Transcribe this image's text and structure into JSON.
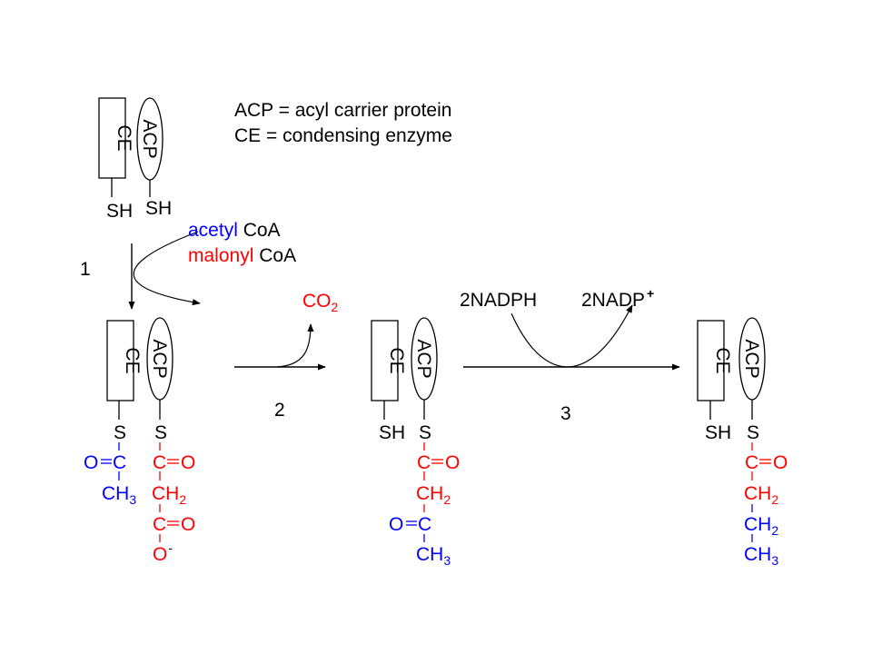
{
  "colors": {
    "blue": "#0000ff",
    "red": "#ff0000",
    "black": "#000000"
  },
  "legend": {
    "acp_line": "ACP = acyl carrier protein",
    "ce_line": "CE = condensing enzyme"
  },
  "enzyme": {
    "ce": "CE",
    "acp": "ACP",
    "sh": "SH",
    "s": "S"
  },
  "reagents": {
    "acetyl": "acetyl",
    "malonyl": "malonyl",
    "coa": "CoA",
    "co2_base": "CO",
    "co2_sub": "2",
    "nadph": "2NADPH",
    "nadp_base": "2NADP",
    "nadp_sup": "+"
  },
  "steps": {
    "one": "1",
    "two": "2",
    "three": "3"
  },
  "chem": {
    "c": "C",
    "o": "O",
    "ch": "CH",
    "sub2": "2",
    "sub3": "3",
    "o_minus": "-"
  }
}
